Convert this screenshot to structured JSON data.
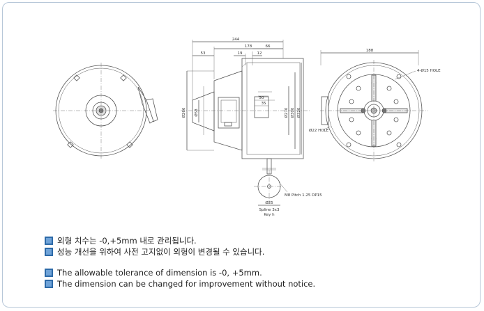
{
  "notes": {
    "ko_1": "외형 치수는 -0,+5mm 내로 관리됩니다.",
    "ko_2": "성능 개선을 위하여 사전 고지없이 외형이 변경될 수 있습니다.",
    "en_1": "The allowable tolerance of dimension is -0, +5mm.",
    "en_2": "The dimension can be changed for improvement without notice."
  },
  "dimensions": {
    "overall_length": "244",
    "d178": "178",
    "d53": "53",
    "d19": "19",
    "d12": "12",
    "d66": "66",
    "d50": "50",
    "d35": "35",
    "d188": "188",
    "phi266": "Ø266",
    "phi58": "Ø58",
    "phi270": "Ø270",
    "phi300": "Ø300",
    "phi320": "Ø320",
    "hole_top": "4-Ø15 HOLE",
    "hole_left": "Ø22 HOLE",
    "shaft_bolt": "M8 Pitch 1.25 DP15",
    "shaft_dia": "Ø25",
    "keyway_1": "Spline 3x3",
    "keyway_2": "Key h"
  },
  "colors": {
    "border": "#b7c7d8",
    "bullet": "#2d6aa8",
    "line": "#555555"
  }
}
